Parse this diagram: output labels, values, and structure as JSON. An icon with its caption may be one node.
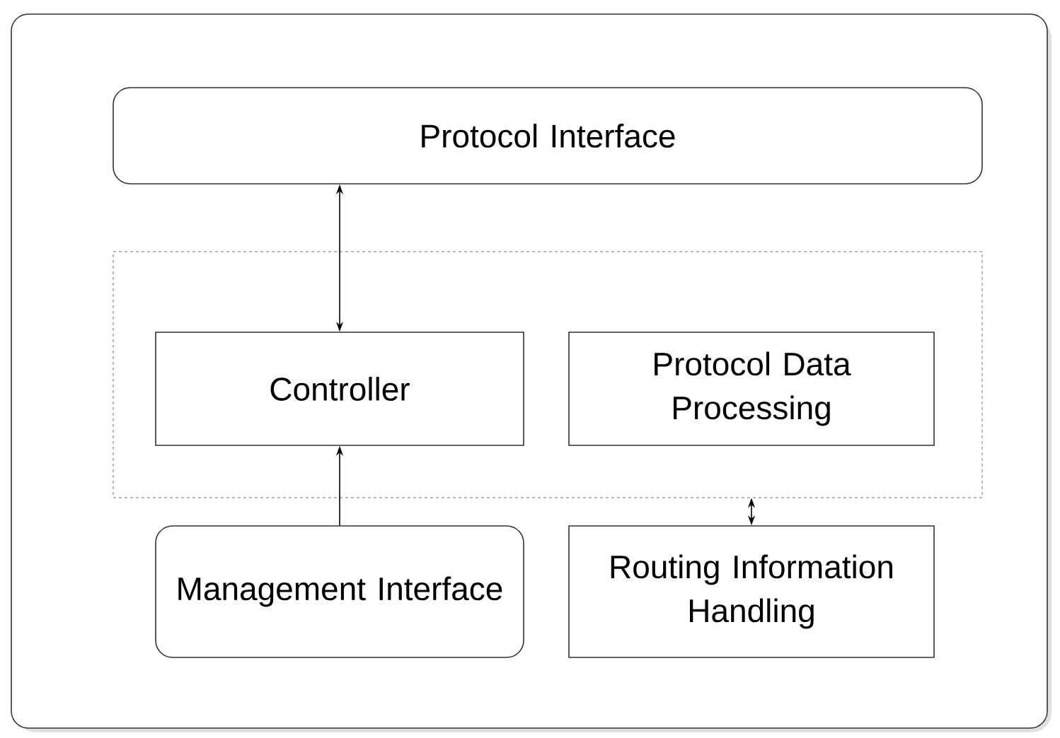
{
  "diagram": {
    "nodes": [
      {
        "text": [],
        "shape": "box"
      },
      {
        "text": [
          "Protocol Interface"
        ],
        "in": 0
      },
      {
        "text": [],
        "shape": "box",
        "in": 0
      },
      {
        "text": [
          "Controller"
        ],
        "in": 2
      },
      {
        "text": [
          "Protocol Data Processing"
        ],
        "in": 2
      },
      {
        "text": [
          "Management Interface"
        ],
        "in": 0
      },
      {
        "text": [
          "Routing Information Handling"
        ],
        "in": 0
      }
    ],
    "edges": [
      {
        "from": 1,
        "to": 3,
        "arrow": "both"
      },
      {
        "from": 5,
        "to": 3,
        "arrow": "to"
      },
      {
        "from": 6,
        "to": 2,
        "arrow": "both"
      }
    ]
  }
}
